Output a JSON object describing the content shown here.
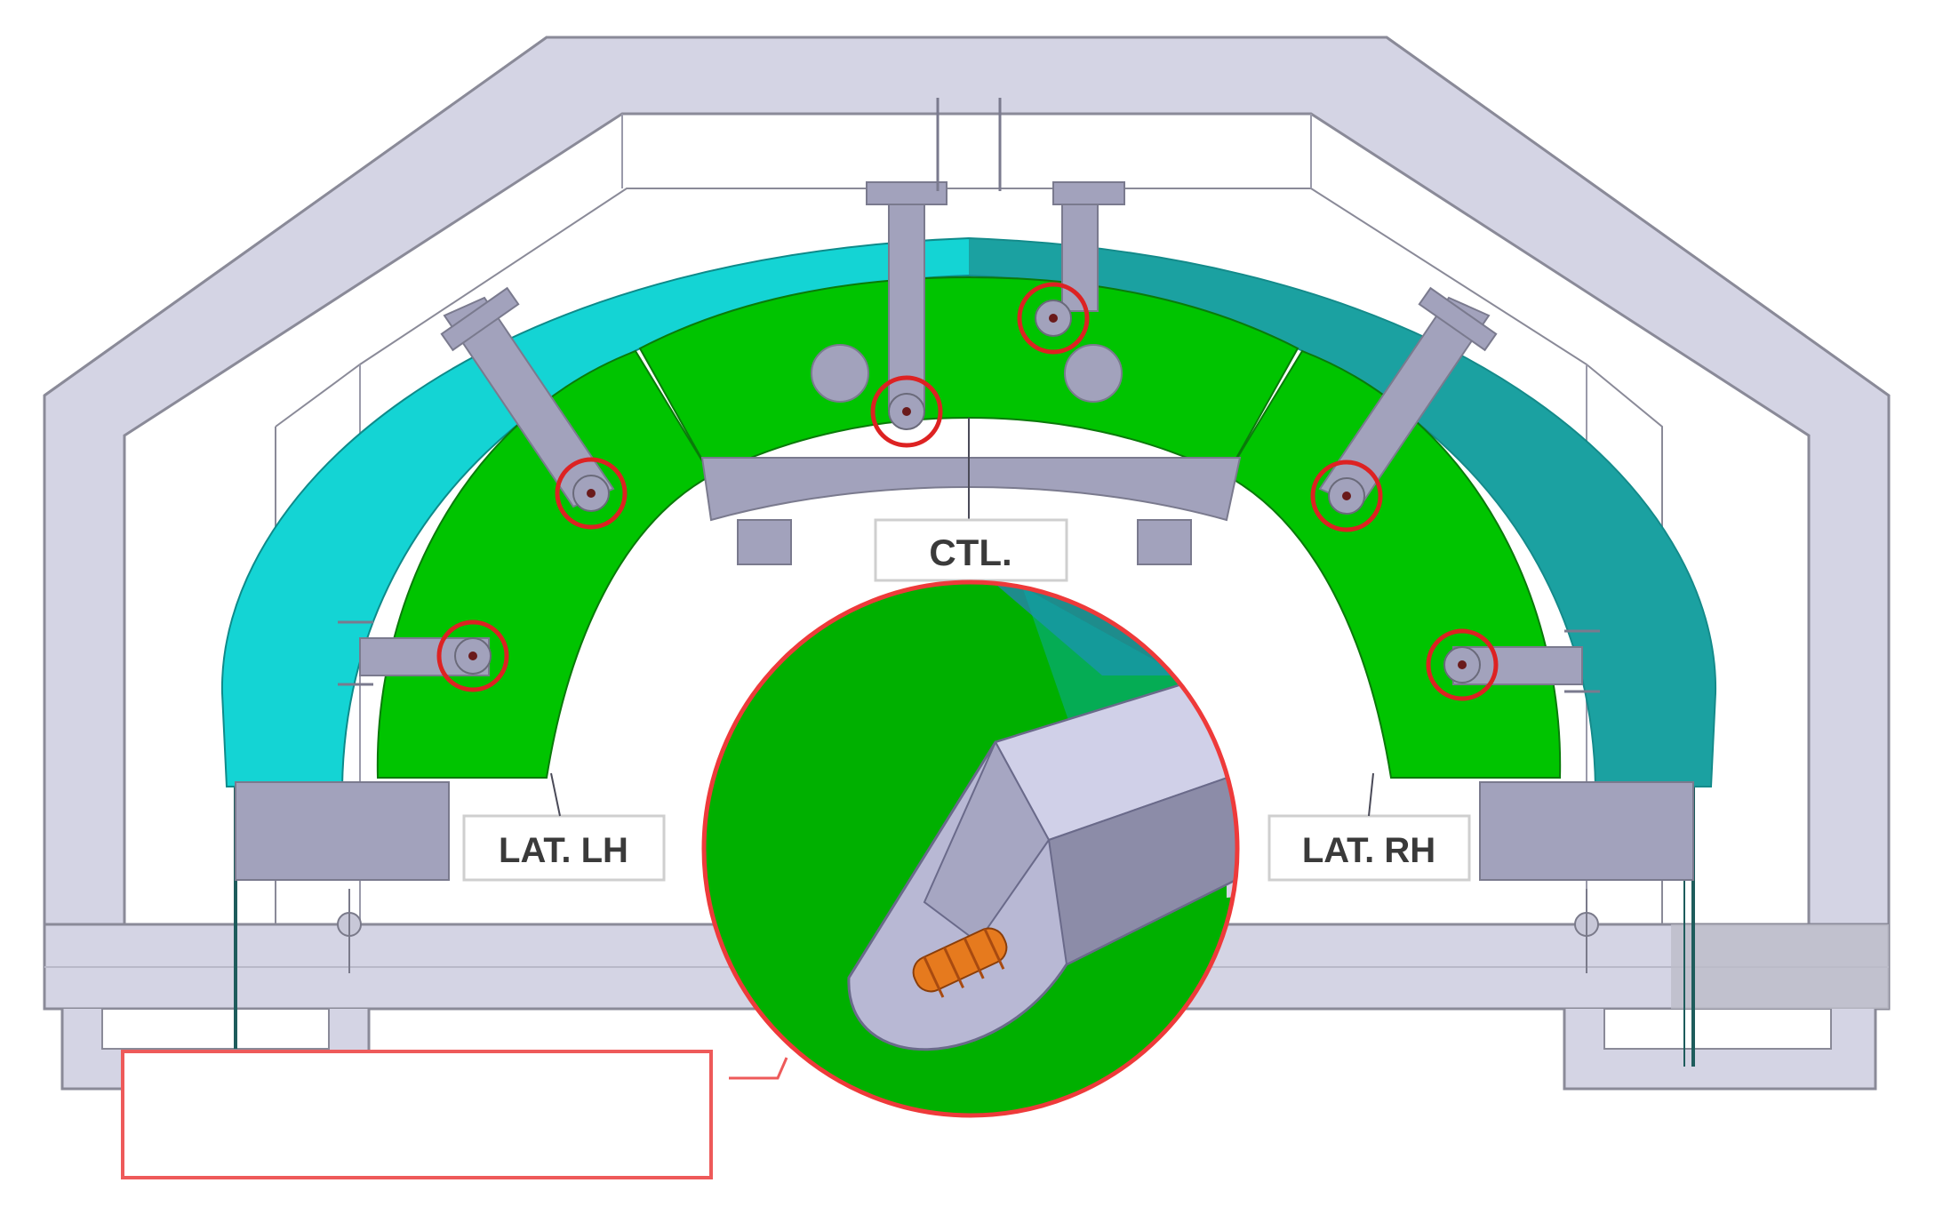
{
  "labels": {
    "center_segment": "CTL.",
    "left_segment": "LAT. LH",
    "right_segment": "LAT. RH"
  },
  "callout_box_text": "",
  "colors": {
    "frame": "#d4d4e4",
    "frame_edge": "#8a8a98",
    "segment_green": "#00c400",
    "cover_cyan": "#14d4d4",
    "cover_teal": "#1e8c8c",
    "bracket": "#a2a2bc",
    "pin_circle": "#dd2222",
    "callout_border": "#ee5a5a",
    "pin_bolt": "#e67a1e"
  }
}
